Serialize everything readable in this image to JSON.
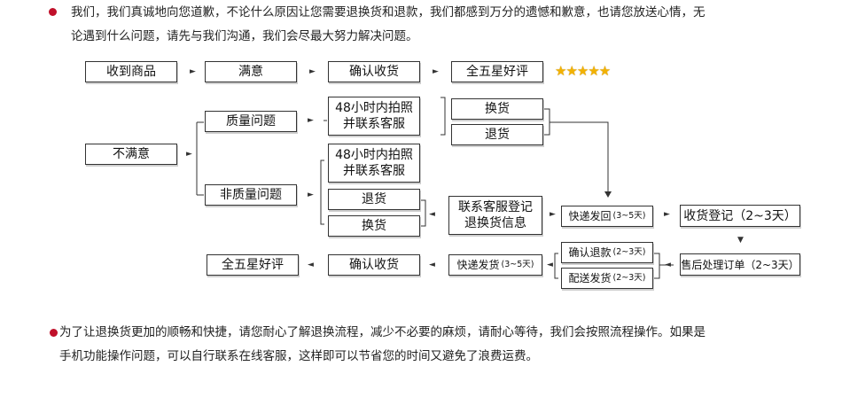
{
  "intro": {
    "line1": "我们，我们真诚地向您道歉，不论什么原因让您需要退换货和退款，我们都感到万分的遗憾和歉意，也请您放送心情，无",
    "line2": "论遇到什么问题，请先与我们沟通，我们会尽最大努力解决问题。"
  },
  "flow": {
    "received": "收到商品",
    "satisfied": "满意",
    "confirm_receipt_top": "确认收货",
    "five_star_top": "全五星好评",
    "stars": "★★★★★",
    "unsatisfied": "不满意",
    "quality_issue": "质量问题",
    "non_quality_issue": "非质量问题",
    "photo_48h_1a": "48小时内拍照",
    "photo_48h_1b": "并联系客服",
    "photo_48h_2a": "48小时内拍照",
    "photo_48h_2b": "并联系客服",
    "exchange_q": "换货",
    "return_q": "退货",
    "return_nq": "退货",
    "exchange_nq": "换货",
    "contact_cs_a": "联系客服登记",
    "contact_cs_b": "退换货信息",
    "express_return": "快递发回",
    "express_return_days": "(3~5天)",
    "receipt_register": "收货登记（2~3天）",
    "after_sale": "售后处理订单（2~3天）",
    "confirm_refund": "确认退款",
    "confirm_refund_days": "(2~3天)",
    "ship_out": "配送发货",
    "ship_out_days": "(2~3天)",
    "express_ship": "快递发货",
    "express_ship_days": "(3~5天)",
    "confirm_receipt_bottom": "确认收货",
    "five_star_bottom": "全五星好评"
  },
  "outro": {
    "line1": "为了让退换货更加的顺畅和快捷，请您耐心了解退换流程，减少不必要的麻烦，请耐心等待，我们会按照流程操作。如果是",
    "line2": "手机功能操作问题，可以自行联系在线客服，这样即可以节省您的时间又避免了浪费运费。"
  },
  "colors": {
    "bullet": "#c0102a",
    "star": "#f2b203",
    "line": "#333333"
  }
}
